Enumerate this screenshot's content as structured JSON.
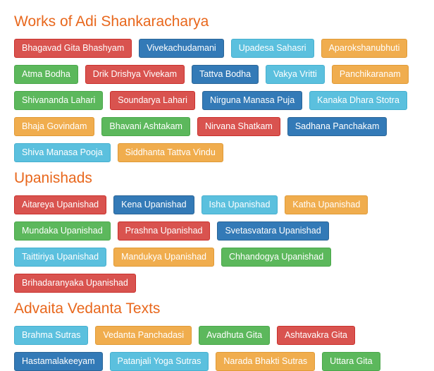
{
  "colors": {
    "heading": "#e8671c",
    "red": "#d9534f",
    "blue": "#337ab7",
    "teal": "#5bc0de",
    "orange": "#f0ad4e",
    "green": "#5cb85c"
  },
  "sections": [
    {
      "title": "Works of Adi Shankaracharya",
      "tags": [
        {
          "label": "Bhagavad Gita Bhashyam",
          "color": "red"
        },
        {
          "label": "Vivekachudamani",
          "color": "blue"
        },
        {
          "label": "Upadesa Sahasri",
          "color": "teal"
        },
        {
          "label": "Aparokshanubhuti",
          "color": "orange"
        },
        {
          "label": "Atma Bodha",
          "color": "green"
        },
        {
          "label": "Drik Drishya Vivekam",
          "color": "red"
        },
        {
          "label": "Tattva Bodha",
          "color": "blue"
        },
        {
          "label": "Vakya Vritti",
          "color": "teal"
        },
        {
          "label": "Panchikaranam",
          "color": "orange"
        },
        {
          "label": "Shivananda Lahari",
          "color": "green"
        },
        {
          "label": "Soundarya Lahari",
          "color": "red"
        },
        {
          "label": "Nirguna Manasa Puja",
          "color": "blue"
        },
        {
          "label": "Kanaka Dhara Stotra",
          "color": "teal"
        },
        {
          "label": "Bhaja Govindam",
          "color": "orange"
        },
        {
          "label": "Bhavani Ashtakam",
          "color": "green"
        },
        {
          "label": "Nirvana Shatkam",
          "color": "red"
        },
        {
          "label": "Sadhana Panchakam",
          "color": "blue"
        },
        {
          "label": "Shiva Manasa Pooja",
          "color": "teal"
        },
        {
          "label": "Siddhanta Tattva Vindu",
          "color": "orange"
        }
      ]
    },
    {
      "title": "Upanishads",
      "tags": [
        {
          "label": "Aitareya Upanishad",
          "color": "red"
        },
        {
          "label": "Kena Upanishad",
          "color": "blue"
        },
        {
          "label": "Isha Upanishad",
          "color": "teal"
        },
        {
          "label": "Katha Upanishad",
          "color": "orange"
        },
        {
          "label": "Mundaka Upanishad",
          "color": "green"
        },
        {
          "label": "Prashna Upanishad",
          "color": "red"
        },
        {
          "label": "Svetasvatara Upanishad",
          "color": "blue"
        },
        {
          "label": "Taittiriya Upanishad",
          "color": "teal"
        },
        {
          "label": "Mandukya Upanishad",
          "color": "orange"
        },
        {
          "label": "Chhandogya Upanishad",
          "color": "green"
        },
        {
          "label": "Brihadaranyaka Upanishad",
          "color": "red"
        }
      ]
    },
    {
      "title": "Advaita Vedanta Texts",
      "tags": [
        {
          "label": "Brahma Sutras",
          "color": "teal"
        },
        {
          "label": "Vedanta Panchadasi",
          "color": "orange"
        },
        {
          "label": "Avadhuta Gita",
          "color": "green"
        },
        {
          "label": "Ashtavakra Gita",
          "color": "red"
        },
        {
          "label": "Hastamalakeeyam",
          "color": "blue"
        },
        {
          "label": "Patanjali Yoga Sutras",
          "color": "teal"
        },
        {
          "label": "Narada Bhakti Sutras",
          "color": "orange"
        },
        {
          "label": "Uttara Gita",
          "color": "green"
        }
      ]
    }
  ]
}
